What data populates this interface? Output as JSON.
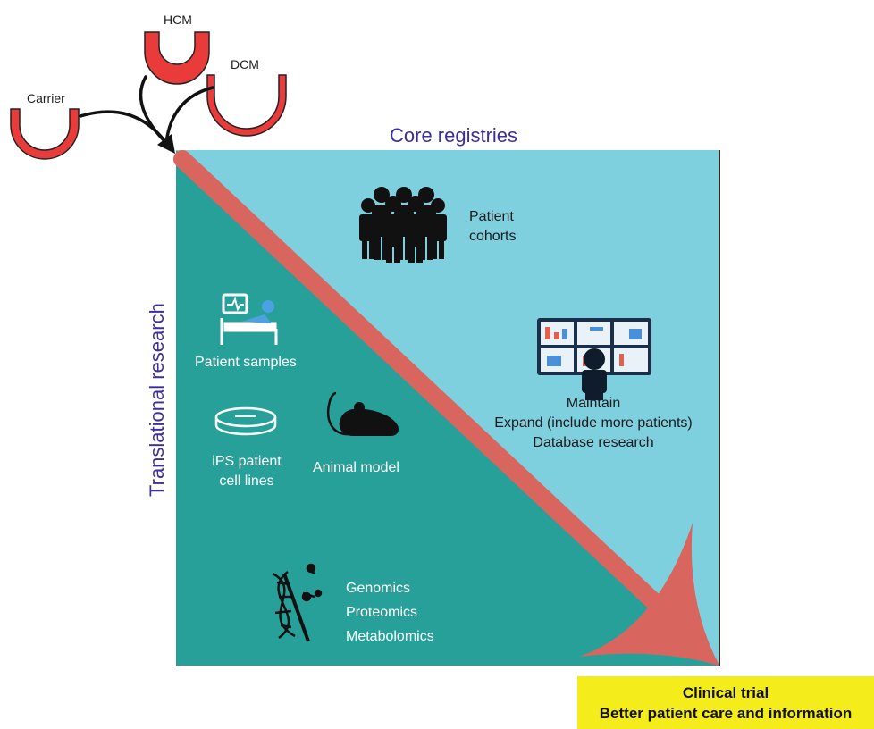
{
  "colors": {
    "teal_dark": "#28a09a",
    "teal_light": "#7fd0df",
    "arrow": "#d9665e",
    "heart_red": "#ea3b3b",
    "title_blue": "#3b2ea0",
    "highlight_yellow": "#f5ec1c"
  },
  "hearts": {
    "carrier": "Carrier",
    "hcm": "HCM",
    "dcm": "DCM"
  },
  "titles": {
    "core": "Core registries",
    "translational": "Translational research"
  },
  "core_items": {
    "cohorts_line1": "Patient",
    "cohorts_line2": "cohorts",
    "maintain": "Maintain",
    "expand": "Expand (include more patients)",
    "database": "Database research"
  },
  "translational_items": {
    "samples": "Patient samples",
    "ips_line1": "iPS patient",
    "ips_line2": "cell lines",
    "animal": "Animal model",
    "omics": [
      "Genomics",
      "Proteomics",
      "Metabolomics"
    ]
  },
  "outcome": {
    "line1": "Clinical trial",
    "line2": "Better patient care and information"
  },
  "icons": [
    "people-group-icon",
    "hospital-bed-icon",
    "petri-dish-icon",
    "mouse-icon",
    "monitor-wall-icon",
    "dna-icon"
  ]
}
